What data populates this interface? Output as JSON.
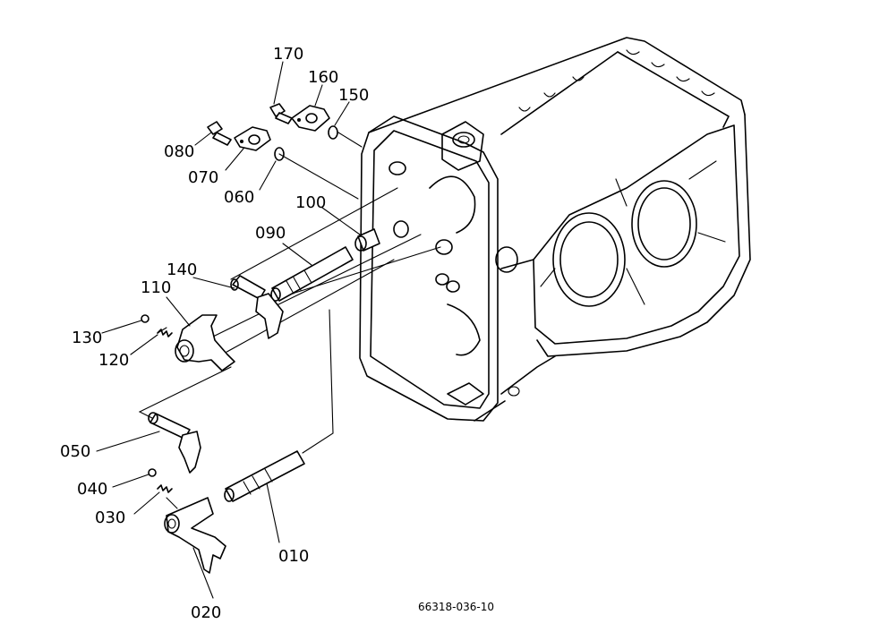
{
  "diagram": {
    "drawing_number": "66318-036-10",
    "parts": [
      {
        "id": "p170",
        "label": "170"
      },
      {
        "id": "p160",
        "label": "160"
      },
      {
        "id": "p150",
        "label": "150"
      },
      {
        "id": "p080",
        "label": "080"
      },
      {
        "id": "p070",
        "label": "070"
      },
      {
        "id": "p060",
        "label": "060"
      },
      {
        "id": "p100",
        "label": "100"
      },
      {
        "id": "p090",
        "label": "090"
      },
      {
        "id": "p140",
        "label": "140"
      },
      {
        "id": "p110",
        "label": "110"
      },
      {
        "id": "p130",
        "label": "130"
      },
      {
        "id": "p120",
        "label": "120"
      },
      {
        "id": "p050",
        "label": "050"
      },
      {
        "id": "p040",
        "label": "040"
      },
      {
        "id": "p030",
        "label": "030"
      },
      {
        "id": "p010",
        "label": "010"
      },
      {
        "id": "p020",
        "label": "020"
      }
    ]
  }
}
